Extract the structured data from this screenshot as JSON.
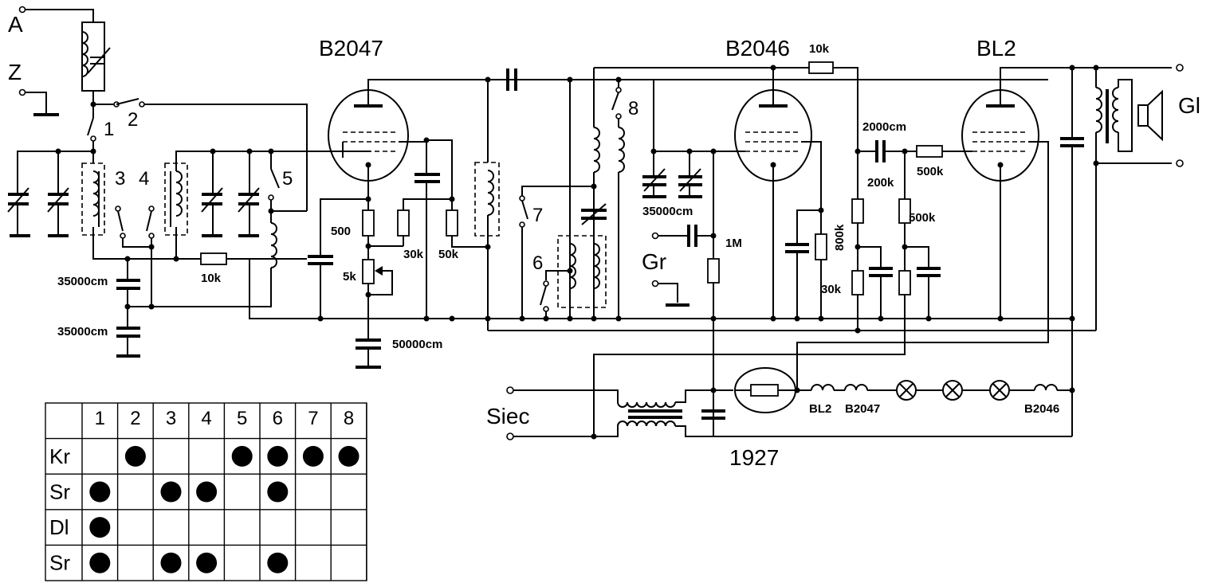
{
  "terminals": {
    "antenna": "A",
    "ground_z": "Z",
    "gramophone": "Gr",
    "mains": "Siec",
    "speaker": "Gl"
  },
  "tubes": {
    "first": "B2047",
    "second": "B2046",
    "third": "BL2",
    "rectifier": "1927"
  },
  "switch_numbers": [
    "1",
    "2",
    "3",
    "4",
    "5",
    "6",
    "7",
    "8"
  ],
  "labels": {
    "c1": "35000cm",
    "c2": "35000cm",
    "r1": "10k",
    "r_500": "500",
    "r_5k": "5k",
    "r_30k_a": "30k",
    "r_50k": "50k",
    "c_50000": "50000cm",
    "c_35000_b": "35000cm",
    "r_1m": "1M",
    "r_10k_b": "10k",
    "c_2000": "2000cm",
    "r_200k": "200k",
    "r_500k_a": "500k",
    "r_500k_b": "500k",
    "r_800k": "800k",
    "r_30k_b": "30k",
    "heater_bl2": "BL2",
    "heater_b2047": "B2047",
    "heater_b2046": "B2046"
  },
  "table": {
    "columns": [
      "1",
      "2",
      "3",
      "4",
      "5",
      "6",
      "7",
      "8"
    ],
    "rows": [
      {
        "label": "Kr",
        "marks": [
          false,
          true,
          false,
          false,
          true,
          true,
          true,
          true
        ]
      },
      {
        "label": "Sr",
        "marks": [
          true,
          false,
          true,
          true,
          false,
          true,
          false,
          false
        ]
      },
      {
        "label": "Dl",
        "marks": [
          true,
          false,
          false,
          false,
          false,
          false,
          false,
          false
        ]
      },
      {
        "label": "Sr",
        "marks": [
          true,
          false,
          true,
          true,
          false,
          true,
          false,
          false
        ]
      }
    ]
  }
}
